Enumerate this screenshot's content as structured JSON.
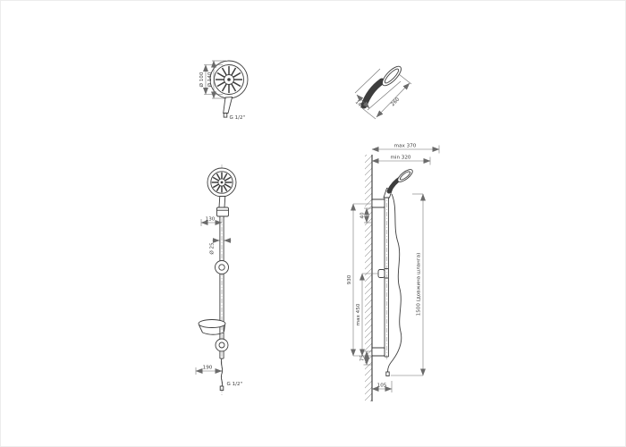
{
  "views": {
    "head_front": {
      "label_d100": "Ø 100",
      "label_d140": "Ø 140",
      "label_thread": "G 1/2\""
    },
    "head_side": {
      "label_140": "140",
      "label_260": "260"
    },
    "bar_front": {
      "label_130": "130",
      "label_d25": "Ø 25",
      "label_190": "190",
      "label_thread": "G 1/2\""
    },
    "wall_side": {
      "label_max370": "max 370",
      "label_min320": "min 320",
      "label_40": "40",
      "label_930": "930",
      "label_max450": "max 450",
      "label_75": "75",
      "label_105": "105",
      "label_hose": "1500 (довжина шланга)"
    }
  }
}
